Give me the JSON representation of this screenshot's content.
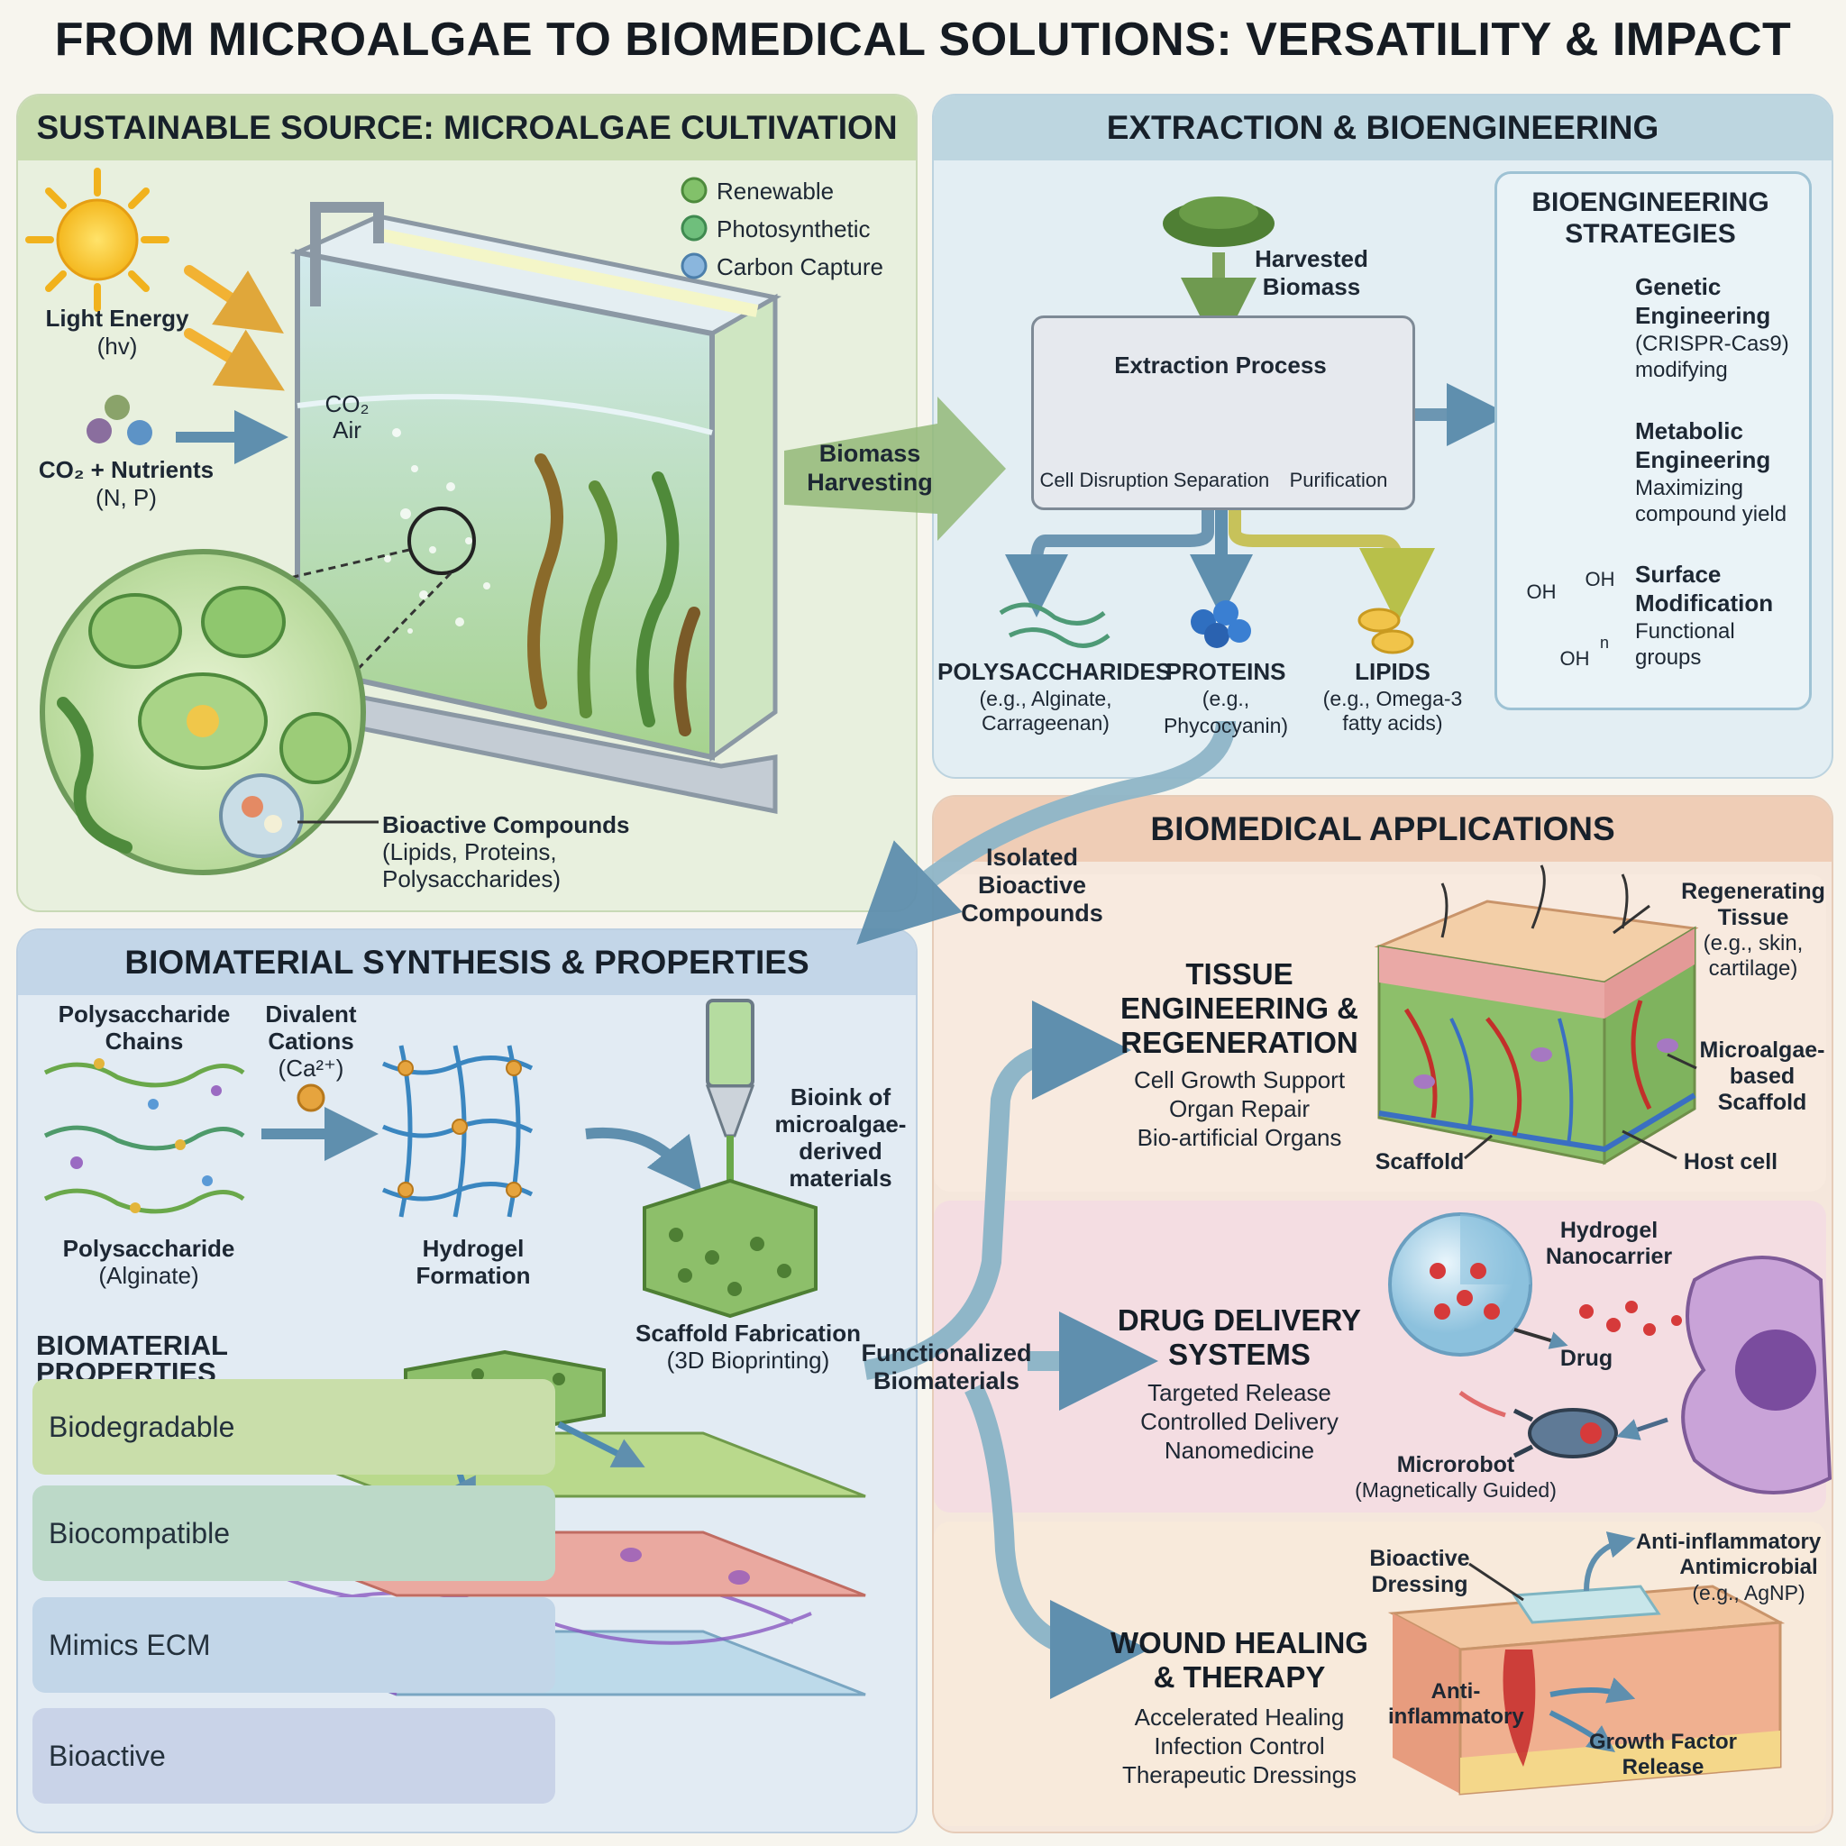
{
  "title": "FROM MICROALGAE TO BIOMEDICAL SOLUTIONS: VERSATILITY & IMPACT",
  "colors": {
    "green_panel": "#e8f0de",
    "blue_panel": "#e3eef3",
    "synth_panel": "#e2ebf3",
    "apps_panel": "#f5e7dc",
    "arrow_green": "#7ea35c",
    "arrow_blue": "#5f8fae"
  },
  "source": {
    "header": "SUSTAINABLE SOURCE: MICROALGAE CULTIVATION",
    "light_energy": "Light Energy",
    "light_symbol": "(hv)",
    "co2_nutrients": "CO₂ + Nutrients",
    "co2_nutrients_sub": "(N, P)",
    "co2": "CO₂",
    "air": "Air",
    "legend": [
      "Renewable",
      "Photosynthetic",
      "Carbon Capture"
    ],
    "bioactive_title": "Bioactive Compounds",
    "bioactive_sub1": "(Lipids, Proteins,",
    "bioactive_sub2": "Polysaccharides)",
    "harvest_line1": "Biomass",
    "harvest_line2": "Harvesting"
  },
  "extraction": {
    "header": "EXTRACTION & BIOENGINEERING",
    "harvested_line1": "Harvested",
    "harvested_line2": "Biomass",
    "process_title": "Extraction Process",
    "steps": [
      "Cell Disruption",
      "Separation",
      "Purification"
    ],
    "products": [
      {
        "name": "POLYSACCHARIDES",
        "sub1": "(e.g., Alginate,",
        "sub2": "Carrageenan)"
      },
      {
        "name": "PROTEINS",
        "sub1": "(e.g., Phycocyanin)",
        "sub2": ""
      },
      {
        "name": "LIPIDS",
        "sub1": "(e.g., Omega-3",
        "sub2": "fatty acids)"
      }
    ],
    "strategies_title1": "BIOENGINEERING",
    "strategies_title2": "STRATEGIES",
    "strategies": [
      {
        "t1": "Genetic",
        "t2": "Engineering",
        "d1": "(CRISPR-Cas9)",
        "d2": "modifying"
      },
      {
        "t1": "Metabolic",
        "t2": "Engineering",
        "d1": "Maximizing",
        "d2": "compound yield"
      },
      {
        "t1": "Surface",
        "t2": "Modification",
        "d1": "Functional",
        "d2": "groups"
      }
    ],
    "oh": "OH",
    "n": "n",
    "isolated": [
      "Isolated",
      "Bioactive",
      "Compounds"
    ]
  },
  "synthesis": {
    "header": "BIOMATERIAL SYNTHESIS & PROPERTIES",
    "chains_l1": "Polysaccharide",
    "chains_l2": "Chains",
    "cations_l1": "Divalent",
    "cations_l2": "Cations",
    "cations_l3": "(Ca²⁺)",
    "poly_l1": "Polysaccharide",
    "poly_l2": "(Alginate)",
    "hydrogel_l1": "Hydrogel",
    "hydrogel_l2": "Formation",
    "bioink": [
      "Bioink of",
      "microalgae-",
      "derived",
      "materials"
    ],
    "scaffold_l1": "Scaffold Fabrication",
    "scaffold_l2": "(3D Bioprinting)",
    "properties_title": "BIOMATERIAL PROPERTIES",
    "properties": [
      "Biodegradable",
      "Biocompatible",
      "Mimics ECM",
      "Bioactive"
    ],
    "functionalized_l1": "Functionalized",
    "functionalized_l2": "Biomaterials"
  },
  "applications": {
    "header": "BIOMEDICAL APPLICATIONS",
    "tissue": {
      "title": [
        "TISSUE",
        "ENGINEERING &",
        "REGENERATION"
      ],
      "items": [
        "Cell Growth Support",
        "Organ Repair",
        "Bio-artificial Organs"
      ],
      "regen": [
        "Regenerating",
        "Tissue",
        "(e.g., skin,",
        "cartilage)"
      ],
      "scaffold_label": [
        "Microalgae-",
        "based",
        "Scaffold"
      ],
      "scaffold": "Scaffold",
      "host": "Host cell"
    },
    "drug": {
      "title": [
        "DRUG DELIVERY",
        "SYSTEMS"
      ],
      "items": [
        "Targeted Release",
        "Controlled Delivery",
        "Nanomedicine"
      ],
      "nanocarrier": [
        "Hydrogel",
        "Nanocarrier"
      ],
      "drug": "Drug",
      "microrobot": "Microrobot",
      "microrobot_sub": "(Magnetically Guided)"
    },
    "wound": {
      "title": [
        "WOUND HEALING",
        "& THERAPY"
      ],
      "items": [
        "Accelerated Healing",
        "Infection Control",
        "Therapeutic Dressings"
      ],
      "dressing": [
        "Bioactive",
        "Dressing"
      ],
      "anti_top": "Anti-inflammatory",
      "antimicrobial": "Antimicrobial",
      "agnp": "(e.g., AgNP)",
      "anti_left": [
        "Anti-",
        "inflammatory"
      ],
      "growth": [
        "Growth Factor",
        "Release"
      ]
    }
  }
}
